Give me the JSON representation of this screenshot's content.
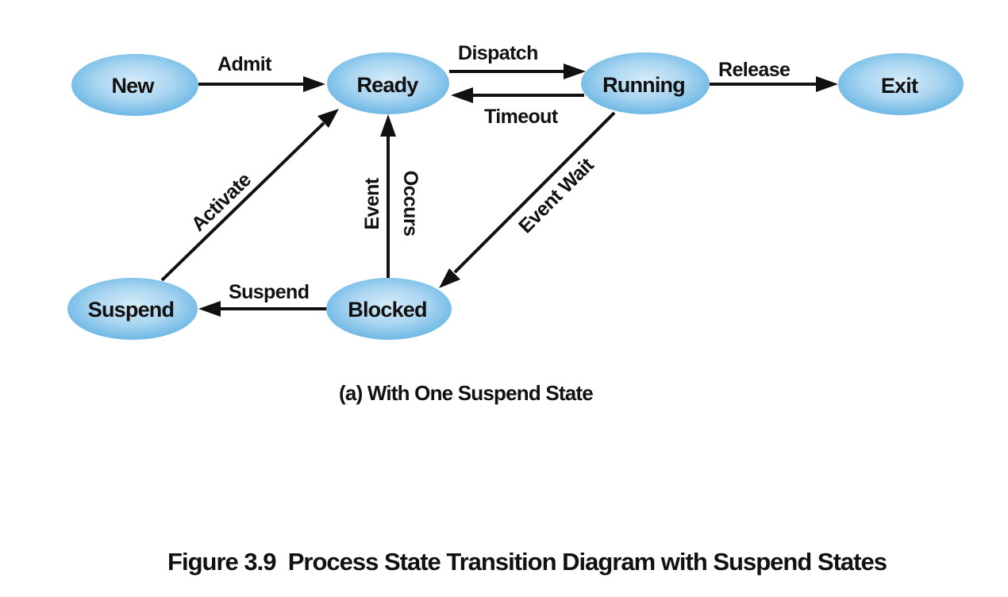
{
  "states": {
    "new": "New",
    "ready": "Ready",
    "running": "Running",
    "exit": "Exit",
    "suspend": "Suspend",
    "blocked": "Blocked"
  },
  "transitions": {
    "admit": "Admit",
    "dispatch": "Dispatch",
    "timeout": "Timeout",
    "release": "Release",
    "activate": "Activate",
    "event_occurs_line1": "Event",
    "event_occurs_line2": "Occurs",
    "event_wait": "Event Wait",
    "suspend": "Suspend"
  },
  "subcaption": "(a) With One Suspend State",
  "caption": "Figure 3.9  Process State Transition Diagram with Suspend States",
  "colors": {
    "node_center": "#d6ecf8",
    "node_edge": "#6eb8e4",
    "line": "#111111"
  }
}
